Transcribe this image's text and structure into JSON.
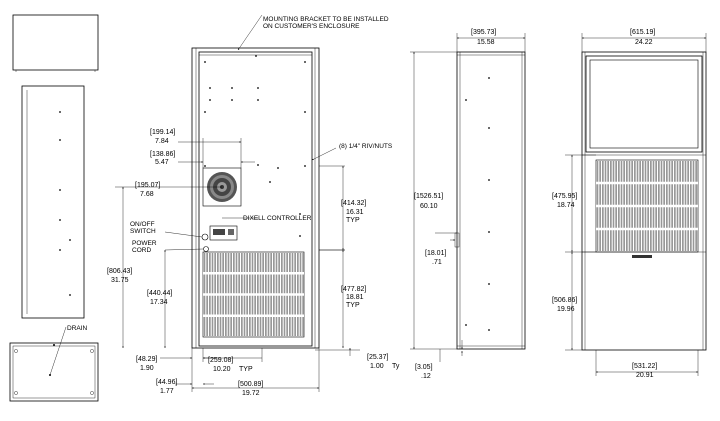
{
  "notes": {
    "mounting": [
      "MOUNTING BRACKET  TO BE INSTALLED",
      "ON CUSTOMER'S ENCLOSURE"
    ],
    "rivnuts": "(8) 1/4\" RIV/NUTS",
    "controller": "DIXELL CONTROLLER",
    "switch": [
      "ON/OFF",
      "SWITCH"
    ],
    "power": [
      "POWER",
      "CORD"
    ],
    "drain": "DRAIN",
    "typ": "TYP"
  },
  "dims": {
    "d199": [
      "[199.14]",
      "7.84"
    ],
    "d138": [
      "[138.86]",
      "5.47"
    ],
    "d195": [
      "[195.07]",
      "7.68"
    ],
    "d414": [
      "[414.32]",
      "16.31",
      "TYP"
    ],
    "d806": [
      "[806.43]",
      "31.75"
    ],
    "d440": [
      "[440.44]",
      "17.34"
    ],
    "d477": [
      "[477.82]",
      "18.81",
      "TYP"
    ],
    "d48": [
      "[48.29]",
      "1.90"
    ],
    "d259": [
      "[259.08]",
      "10.20"
    ],
    "d25": [
      "[25.37]",
      "1.00"
    ],
    "d44": [
      "[44.96]",
      "1.77"
    ],
    "d500": [
      "[500.89]",
      "19.72"
    ],
    "d395": [
      "[395.73]",
      "15.58"
    ],
    "d1526": [
      "[1526.51]",
      "60.10"
    ],
    "d18": [
      "[18.01]",
      ".71"
    ],
    "d3": [
      "[3.05]",
      ".12"
    ],
    "d615": [
      "[615.19]",
      "24.22"
    ],
    "d475": [
      "[475.95]",
      "18.74"
    ],
    "d506": [
      "[506.86]",
      "19.96"
    ],
    "d531": [
      "[531.22]",
      "20.91"
    ],
    "ty": "Ty"
  }
}
